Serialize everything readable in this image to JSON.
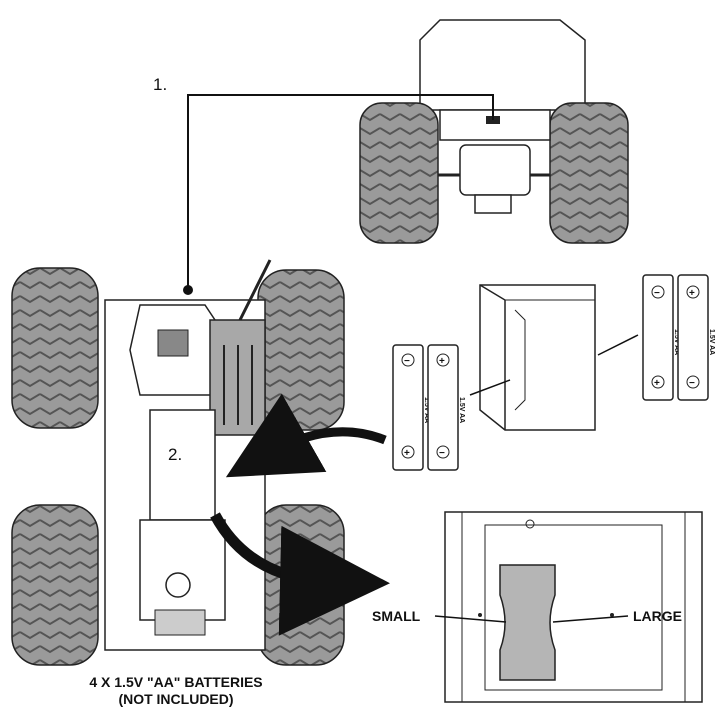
{
  "callouts": {
    "step1": "1.",
    "step2": "2.",
    "small": "SMALL",
    "large": "LARGE"
  },
  "caption": {
    "line1": "4 X 1.5V \"AA\" BATTERIES",
    "line2": "(NOT INCLUDED)"
  },
  "battery_labels": {
    "left_a": "1.5V AA",
    "left_b": "1.5V AA",
    "right_a": "1.5V AA",
    "right_b": "1.5V AA"
  },
  "colors": {
    "line": "#222222",
    "tire": "#9a9a9a",
    "pack": "#a8a8a8",
    "plate": "#b5b5b5",
    "paper": "#ffffff"
  }
}
